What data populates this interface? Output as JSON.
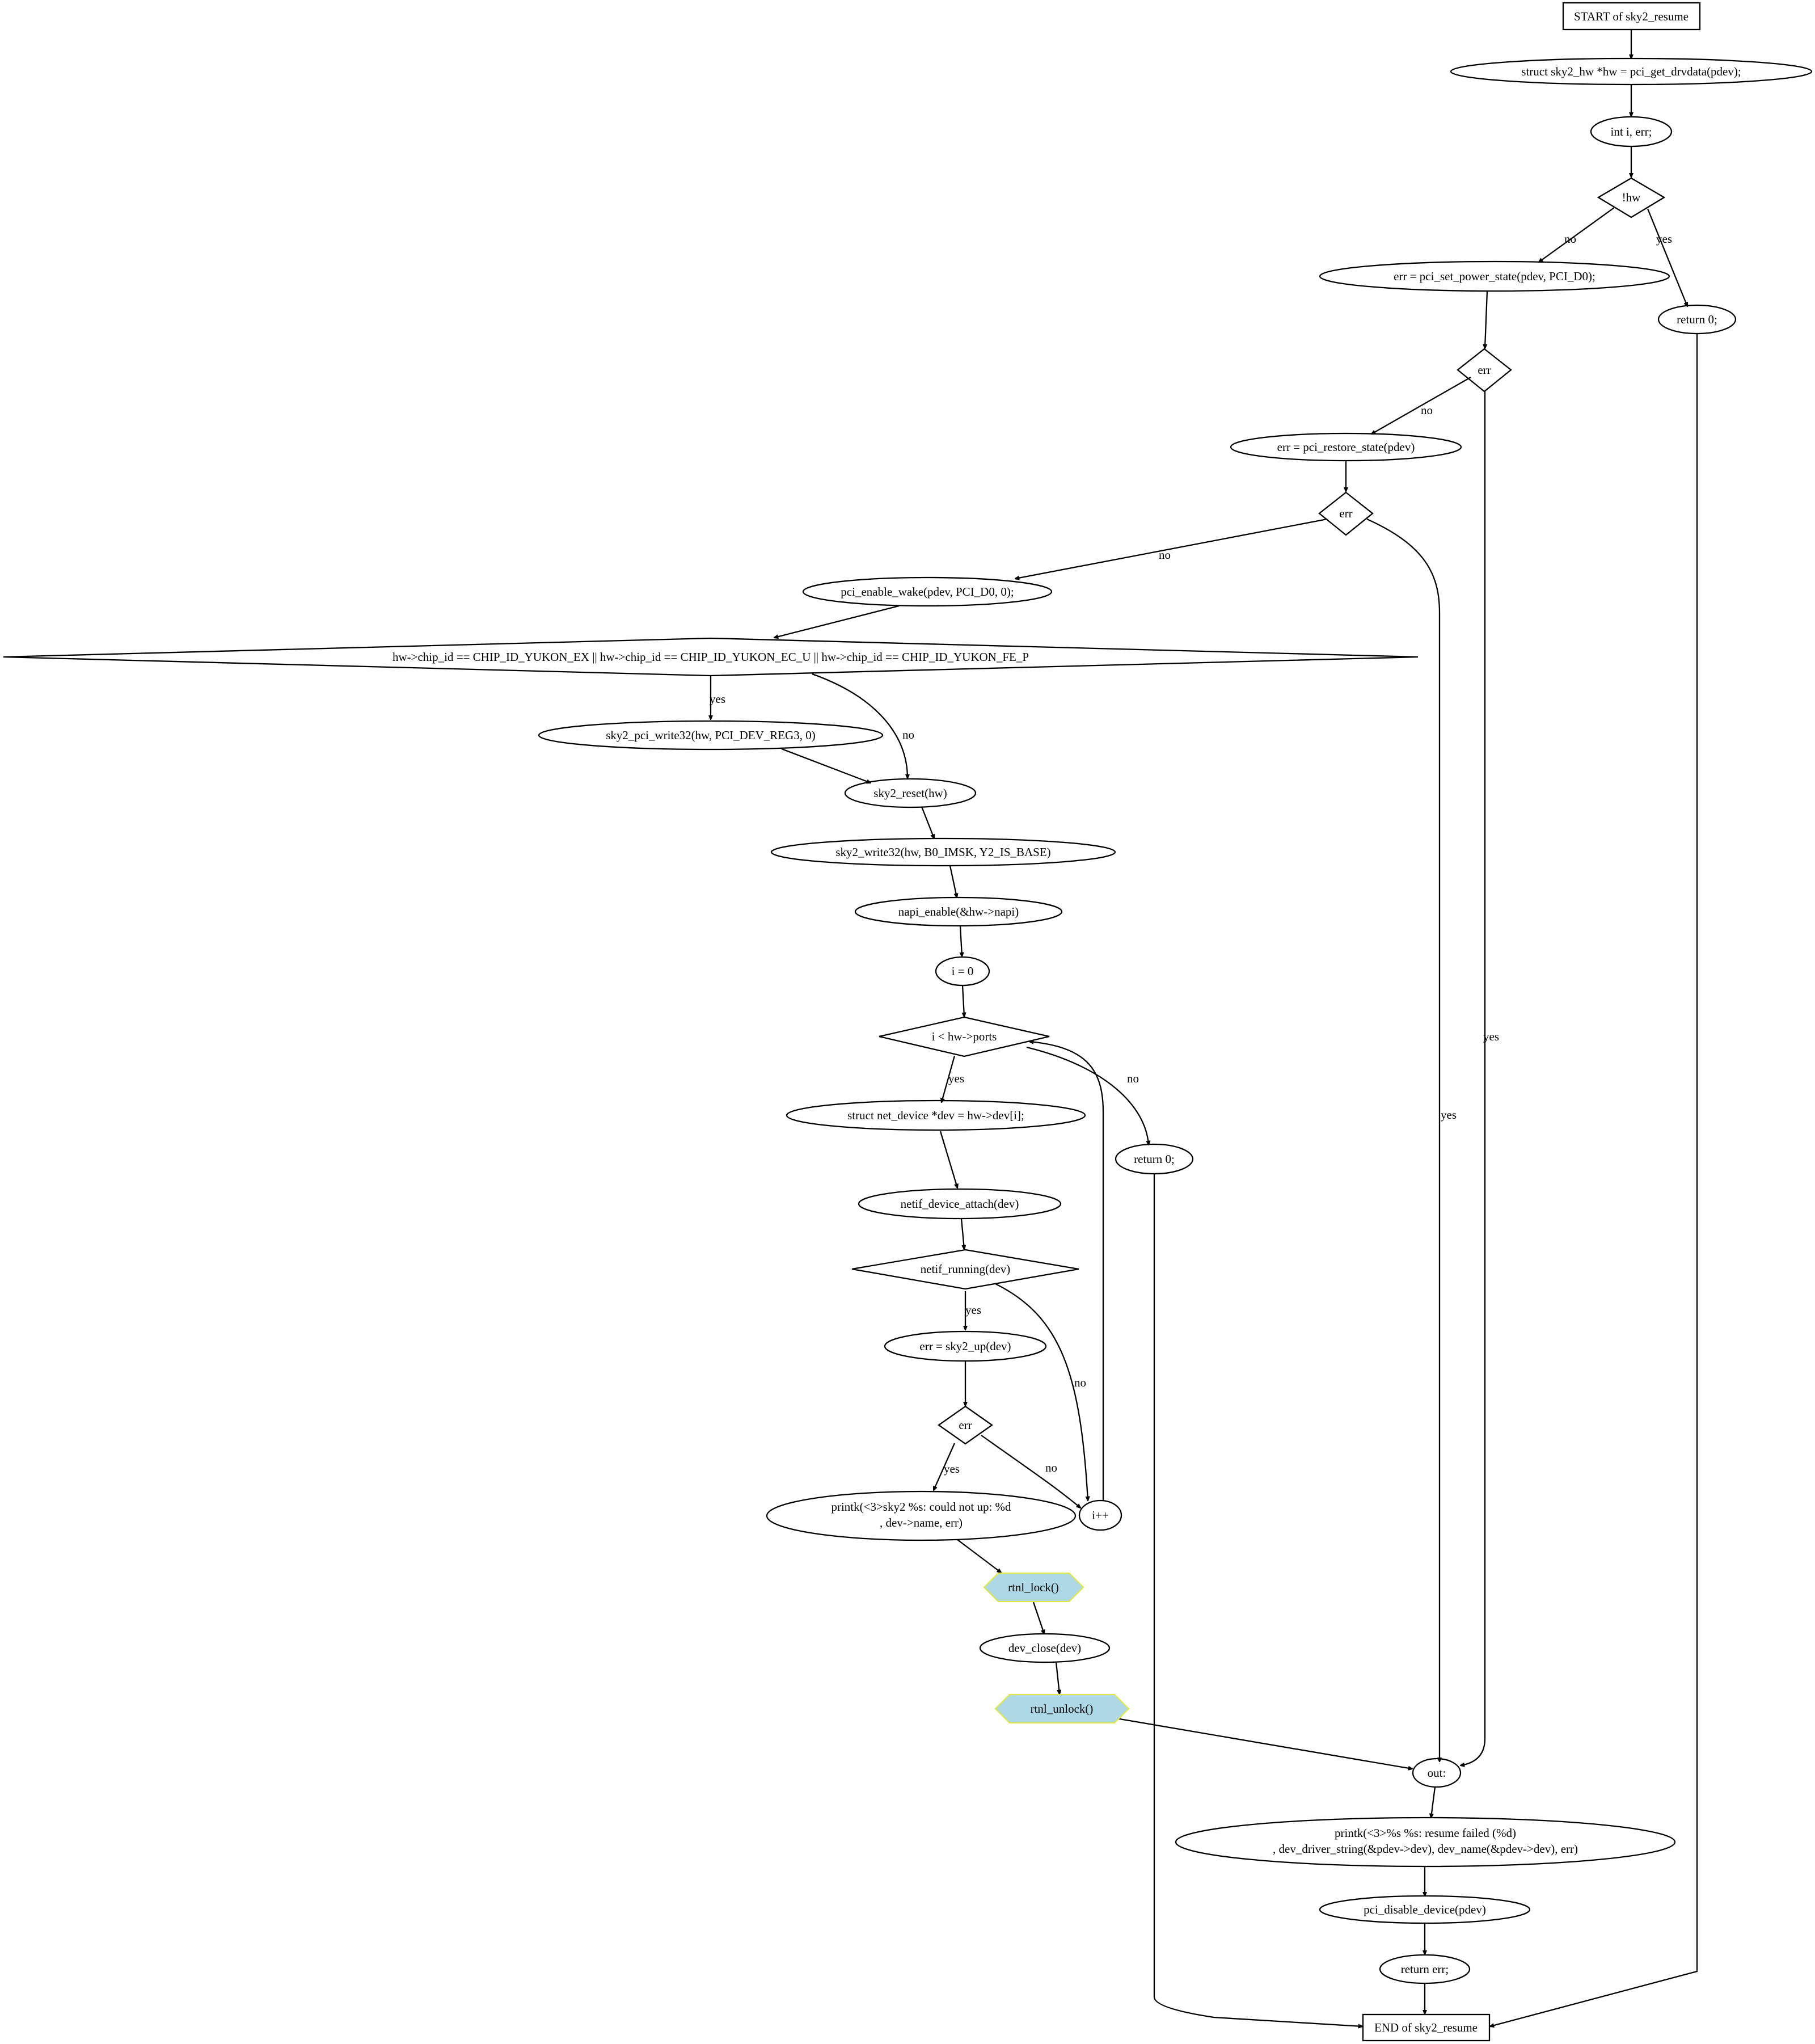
{
  "nodes": {
    "start": "START of sky2_resume",
    "get_drvdata": "struct sky2_hw *hw = pci_get_drvdata(pdev);",
    "decl": "int i, err;",
    "cond_hw": "!hw",
    "return0_a": "return 0;",
    "set_power": "err = pci_set_power_state(pdev, PCI_D0);",
    "cond_err1": "err",
    "restore": "err = pci_restore_state(pdev)",
    "cond_err2": "err",
    "enable_wake": "pci_enable_wake(pdev, PCI_D0, 0);",
    "cond_chip": "hw->chip_id == CHIP_ID_YUKON_EX || hw->chip_id == CHIP_ID_YUKON_EC_U || hw->chip_id == CHIP_ID_YUKON_FE_P",
    "pci_write": "sky2_pci_write32(hw, PCI_DEV_REG3, 0)",
    "reset": "sky2_reset(hw)",
    "write32": "sky2_write32(hw, B0_IMSK, Y2_IS_BASE)",
    "napi": "napi_enable(&hw->napi)",
    "init_i": "i = 0",
    "cond_ports": "i < hw->ports",
    "return0_b": "return 0;",
    "dev_decl": "struct net_device *dev = hw->dev[i];",
    "attach": "netif_device_attach(dev)",
    "cond_running": "netif_running(dev)",
    "up": "err = sky2_up(dev)",
    "cond_err3": "err",
    "inc_i": "i++",
    "printk_up_1": "printk(<3>sky2 %s: could not up: %d",
    "printk_up_2": ", dev->name, err)",
    "rtnl_lock": "rtnl_lock()",
    "dev_close": "dev_close(dev)",
    "rtnl_unlock": "rtnl_unlock()",
    "out": "out:",
    "printk_fail_1": "printk(<3>%s %s: resume failed (%d)",
    "printk_fail_2": ", dev_driver_string(&pdev->dev), dev_name(&pdev->dev), err)",
    "disable": "pci_disable_device(pdev)",
    "return_err": "return err;",
    "end": "END of sky2_resume"
  },
  "edge_labels": {
    "yes": "yes",
    "no": "no"
  },
  "colors": {
    "lock_fill": "#add8e6",
    "lock_border": "#e2e84a"
  }
}
